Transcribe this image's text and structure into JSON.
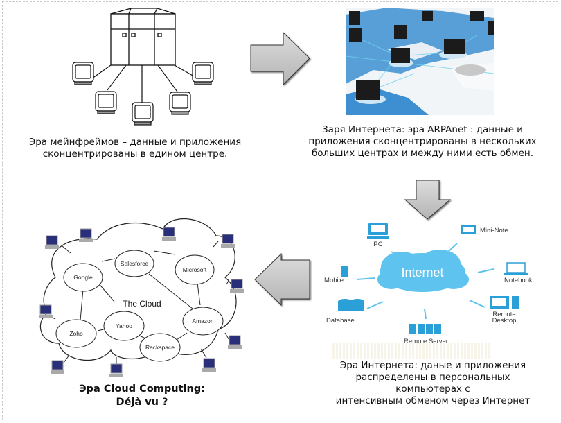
{
  "panels": {
    "mainframe": {
      "caption_line1": "Эра мейнфреймов – данные и приложения",
      "caption_line2": "сконцентрированы в едином центре."
    },
    "arpanet": {
      "caption_line1": "Заря Интернета: эра ARPAnet : данные и",
      "caption_line2": "приложения сконцентрированы в нескольких",
      "caption_line3": "больших центрах и между ними есть обмен."
    },
    "internet": {
      "cloud_label": "Internet",
      "nodes": [
        "PC",
        "Mini-Note",
        "Notebook",
        "Mobile",
        "Remote",
        "Desktop",
        "Database",
        "Remote Server"
      ],
      "caption_line1": "Эра Интернета: даные и приложения",
      "caption_line2": "распределены в персональных компьютерах с",
      "caption_line3": "интенсивным обменом через Интернет"
    },
    "cloud": {
      "title": "The Cloud",
      "providers": [
        "Salesforce",
        "Microsoft",
        "Google",
        "Amazon",
        "Yahoo",
        "Zoho",
        "Rackspace"
      ],
      "caption_line1": "Эра Cloud Computing:",
      "caption_line2": "Déjà vu ?"
    }
  },
  "colors": {
    "arrow_fill": "#c8c8c8",
    "internet_blue": "#2a9fd8",
    "map_blue": "#3d8fd1",
    "terminal_screen": "#2a2f7a"
  }
}
